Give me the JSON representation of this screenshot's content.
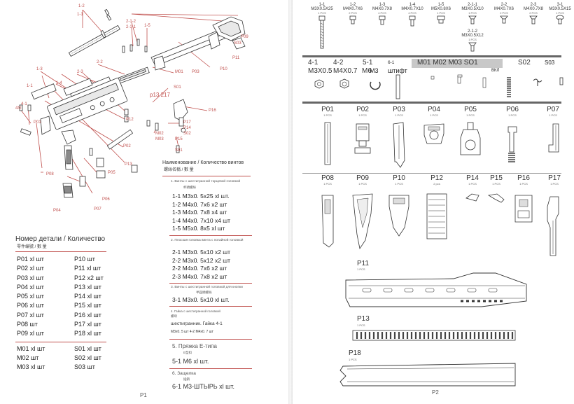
{
  "left": {
    "callouts": [
      "1-2",
      "1-1",
      "2-1-2",
      "2-1-1",
      "1-5",
      "P09",
      "S03",
      "P11",
      "1-3",
      "2-2",
      "2-3",
      "M01",
      "P03",
      "P10",
      "1-1",
      "4-1",
      "4-2",
      "P12",
      "P02",
      "P16",
      "P17",
      "P14",
      "S02",
      "P07",
      "P06",
      "P08",
      "P05",
      "P13",
      "P15",
      "S01",
      "P01",
      "1-4",
      "M02",
      "M03",
      "P04",
      "S01"
    ],
    "p13_label": "p13 217",
    "parts_table": {
      "title": "Номер детали / Количество",
      "subtitle": "零件编號 / 數 量",
      "col1": [
        "P01 xl шт",
        "P02 xl шт",
        "P03 xl шт",
        "P04 xl шт",
        "P05 xl шт",
        "P06 xl шт",
        "P07 xl шт",
        "P08 шт",
        "P09 xl шт"
      ],
      "col2": [
        "P10 шт",
        "P11 xl шт",
        "P12 x2 шт",
        "P13 xl шт",
        "P14 xl шт",
        "P15 xl шт",
        "P16 xl шт",
        "P17 xl шт",
        "P18 xl шт"
      ],
      "bottom1": [
        "M01 xl шт",
        "M02 шт",
        "M03 xl шт"
      ],
      "bottom2": [
        "S01 xl шт",
        "S02 xl шт",
        "S03 шт"
      ]
    },
    "screws": {
      "title": "Наименование / Количество винтов",
      "subtitle": "螺絲名稱 / 數 量",
      "groups": [
        {
          "head": "1. Винты с шестигранной торцевой головкой",
          "head_cn": "杯頭螺絲",
          "items": [
            "1-1 M3x0. 5x25 xl шт.",
            "1-2 M4x0. 7x6 x2 шт",
            "1-3 M4x0. 7x8 x4 шт",
            "1-4 M4x0. 7x10 x4 шт",
            "1-5 M5x0. 8x5 xl шт"
          ]
        },
        {
          "head": "2. Плоская головка винта с потайной головкой",
          "head_cn": "",
          "items": [
            "2-1 M3x0. 5x10 x2 шт",
            "2-2 M3x0. 5x12 x2 шт",
            "2-2 M4x0. 7x6 x2 шт",
            "2-3 M4x0. 7x8 x2 шт"
          ]
        },
        {
          "head": "3. Винты с шестигранной головкой для кнопки",
          "head_cn": "半圓頭螺絲",
          "items": [
            "3-1 M3x0. 5x10 xl шт."
          ]
        },
        {
          "head": "4. Гайка с шестигранной головкой",
          "head_cn": "螺母",
          "items": [
            "шестигранник. Гайка 4-1",
            "M3x0. 5 шт 4-2 M4x0. 7 шт"
          ]
        },
        {
          "head": "5. Пряжка E-типа",
          "head_cn": "E型扣",
          "items": [
            "5-1 M6 xl шт."
          ]
        },
        {
          "head": "6. Защелка",
          "head_cn": "插銷",
          "items": [
            "6-1 M3-ШТЫРЬ xl шт."
          ]
        }
      ]
    },
    "page_no": "P1"
  },
  "right": {
    "screws_row": [
      {
        "code": "1-1",
        "spec": "M3X0.5X25",
        "pcs": "1 PCS"
      },
      {
        "code": "1-2",
        "spec": "M4X0.7X6",
        "pcs": "2 PCS"
      },
      {
        "code": "1-3",
        "spec": "M4X0.7X8",
        "pcs": "4 PCS"
      },
      {
        "code": "1-4",
        "spec": "M4X0.7X10",
        "pcs": "4 PCS"
      },
      {
        "code": "1-5",
        "spec": "M5X0.8X6",
        "pcs": "1 PCS"
      },
      {
        "code": "2-1-1",
        "spec": "M3X0.5X10",
        "pcs": "1 PCS"
      },
      {
        "code": "2-2",
        "spec": "M4X0.7X6",
        "pcs": "2 PCS"
      },
      {
        "code": "2-3",
        "spec": "M4X0.7X8",
        "pcs": "2 PCS"
      },
      {
        "code": "3-1",
        "spec": "M3X0.5X15",
        "pcs": "1 PCS"
      }
    ],
    "screw_212": {
      "code": "2-1-2",
      "spec": "M3X0.5X12",
      "pcs": "1 PCS"
    },
    "row2": {
      "nut1": {
        "code": "4-1",
        "spec": "M3X0.5"
      },
      "nut2": {
        "code": "4-2",
        "spec": "M4X0.7"
      },
      "eclip": {
        "code": "5-1",
        "spec": "M6"
      },
      "pin_code": "6-1",
      "pin_label": "штифт",
      "m_label": "M01 M02 M03 SO1",
      "m_unit": "M3",
      "vkl": "ВКЛ",
      "s02": "S02",
      "s03": "S03"
    },
    "row3": [
      {
        "code": "P01",
        "pcs": "1 PCS"
      },
      {
        "code": "P02",
        "pcs": "1 PCS"
      },
      {
        "code": "P03",
        "pcs": "1 PCS"
      },
      {
        "code": "P04",
        "pcs": "1 PCS"
      },
      {
        "code": "P05",
        "pcs": "1 PCS"
      },
      {
        "code": "P06",
        "pcs": "1 PCS"
      },
      {
        "code": "P07",
        "pcs": "1 PCS"
      }
    ],
    "row4": [
      {
        "code": "P08",
        "pcs": "1 PCS"
      },
      {
        "code": "P09",
        "pcs": "1 PCS"
      },
      {
        "code": "P10",
        "pcs": "1 PCS"
      },
      {
        "code": "P12",
        "pcs": "2 pcs"
      },
      {
        "code": "P14",
        "pcs": "1 PCS"
      },
      {
        "code": "P15",
        "pcs": "1 PCS"
      },
      {
        "code": "P16",
        "pcs": "1 PCS"
      },
      {
        "code": "P17",
        "pcs": "1 PCS"
      }
    ],
    "p11": {
      "code": "P11",
      "pcs": "1 PCS"
    },
    "p13": {
      "code": "P13",
      "pcs": "1 PCS"
    },
    "p18": {
      "code": "P18",
      "pcs": "1 PCS"
    },
    "page_no": "P2"
  },
  "colors": {
    "accent_red": "#c0504d",
    "dark_rule": "#666666",
    "highlight": "#c8c8c8"
  }
}
